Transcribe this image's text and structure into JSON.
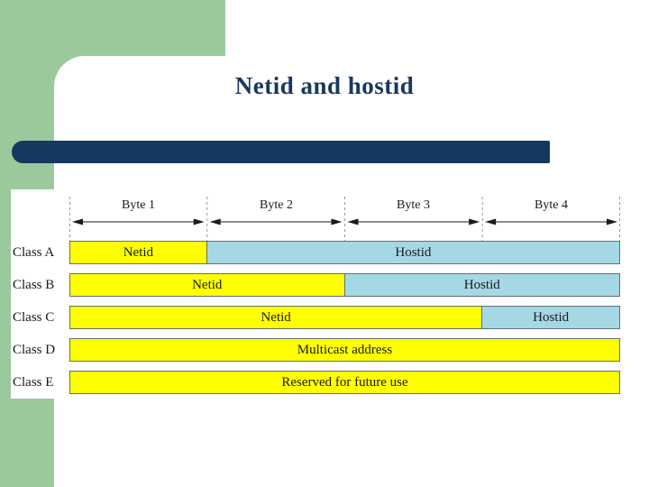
{
  "slide": {
    "title": "Netid and hostid",
    "accent_green": "#9bc99b",
    "accent_navy": "#14395f",
    "title_color": "#17395f"
  },
  "diagram": {
    "byte_labels": [
      "Byte 1",
      "Byte 2",
      "Byte 3",
      "Byte 4"
    ],
    "colors": {
      "netid_yellow": "#ffff00",
      "hostid_blue": "#a5d8e5"
    },
    "rows": [
      {
        "class_label": "Class A",
        "segments": [
          {
            "label": "Netid",
            "bytes": 1,
            "role": "netid"
          },
          {
            "label": "Hostid",
            "bytes": 3,
            "role": "hostid"
          }
        ]
      },
      {
        "class_label": "Class B",
        "segments": [
          {
            "label": "Netid",
            "bytes": 2,
            "role": "netid"
          },
          {
            "label": "Hostid",
            "bytes": 2,
            "role": "hostid"
          }
        ]
      },
      {
        "class_label": "Class C",
        "segments": [
          {
            "label": "Netid",
            "bytes": 3,
            "role": "netid"
          },
          {
            "label": "Hostid",
            "bytes": 1,
            "role": "hostid"
          }
        ]
      },
      {
        "class_label": "Class D",
        "segments": [
          {
            "label": "Multicast address",
            "bytes": 4,
            "role": "netid"
          }
        ]
      },
      {
        "class_label": "Class E",
        "segments": [
          {
            "label": "Reserved for future use",
            "bytes": 4,
            "role": "netid"
          }
        ]
      }
    ]
  }
}
